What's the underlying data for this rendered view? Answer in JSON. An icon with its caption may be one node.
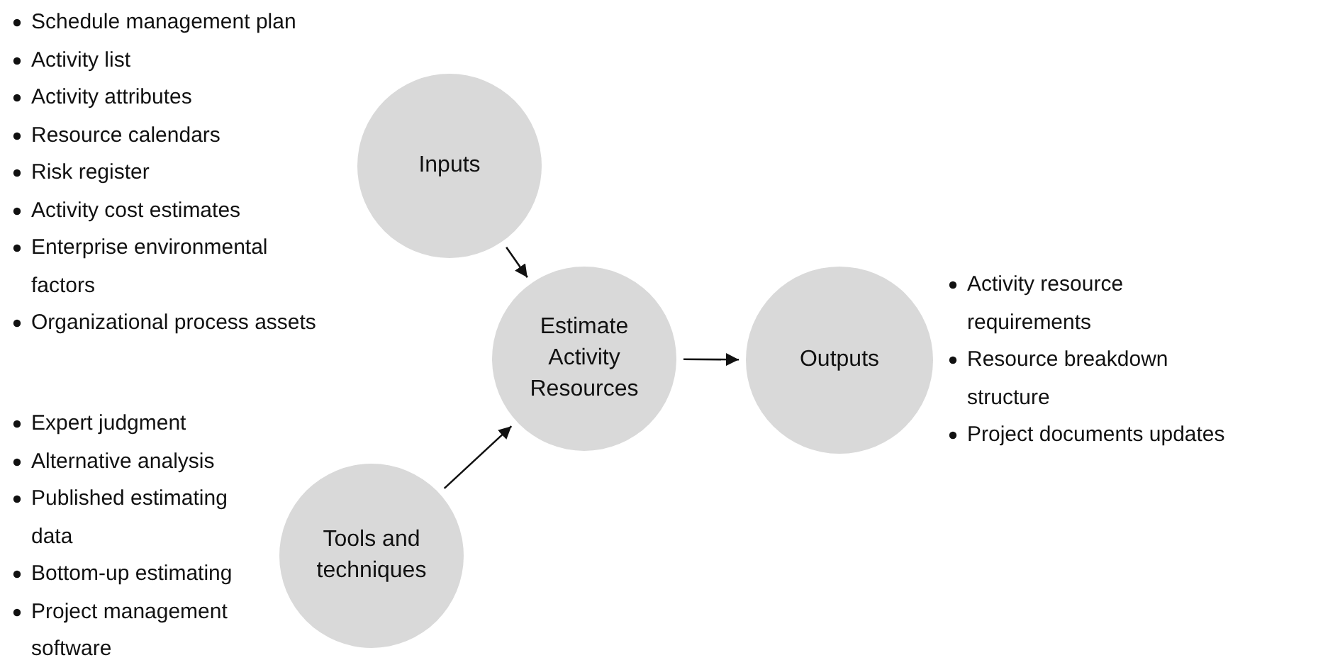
{
  "diagram": {
    "nodes": [
      {
        "text": [
          "Inputs"
        ],
        "beside": [
          "Schedule management plan",
          "Activity list",
          "Activity attributes",
          "Resource calendars",
          "Risk register",
          "Activity cost estimates",
          "Enterprise environmental factors",
          "Organizational process assets"
        ]
      },
      {
        "text": [
          "Estimate Activity Resources"
        ]
      },
      {
        "text": [
          "Outputs"
        ],
        "beside": [
          "Activity resource requirements",
          "Resource breakdown structure",
          "Project documents updates"
        ]
      },
      {
        "text": [
          "Tools and techniques"
        ],
        "beside": [
          "Expert judgment",
          "Alternative analysis",
          "Published estimating data",
          "Bottom-up estimating",
          "Project management software"
        ]
      }
    ],
    "edges": [
      {
        "from": 0,
        "to": 1,
        "arrow": "to"
      },
      {
        "from": 3,
        "to": 1,
        "arrow": "to"
      },
      {
        "from": 1,
        "to": 2,
        "arrow": "to"
      }
    ]
  }
}
